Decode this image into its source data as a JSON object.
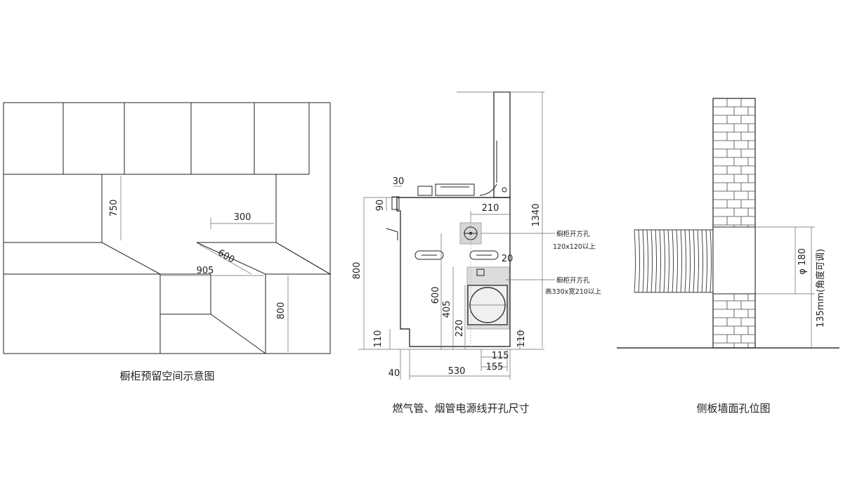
{
  "panels": {
    "cabinet": {
      "caption": "橱柜预留空间示意图",
      "dims": {
        "d750": "750",
        "d300": "300",
        "d600": "600",
        "d905": "905",
        "d800": "800"
      }
    },
    "stove": {
      "caption": "燃气管、烟管电源线开孔尺寸",
      "dims": {
        "d30": "30",
        "d90": "90",
        "d210": "210",
        "d1340": "1340",
        "d20": "20",
        "d800": "800",
        "d600": "600",
        "d405": "405",
        "d220": "220",
        "d110_left": "110",
        "d110_right": "110",
        "d115": "115",
        "d155": "155",
        "d40": "40",
        "d530": "530"
      },
      "notes": {
        "hole1_title": "橱柜开方孔",
        "hole1_size": "120x120以上",
        "hole2_title": "橱柜开方孔",
        "hole2_size": "高330x宽210以上"
      }
    },
    "wall": {
      "caption": "侧板墙面孔位图",
      "dims": {
        "phi180": "φ 180",
        "d135": "135mm(角度可调)"
      }
    }
  }
}
